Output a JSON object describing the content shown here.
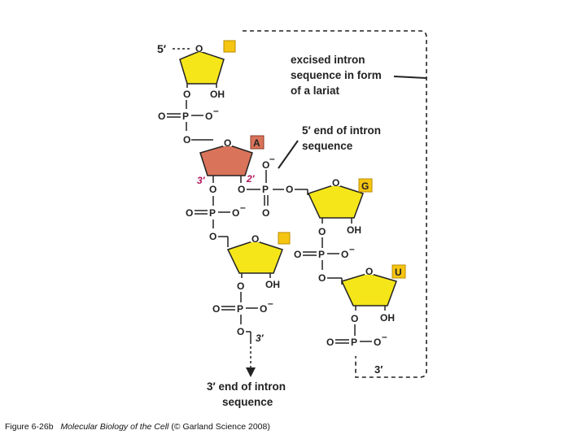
{
  "caption": {
    "figure": "Figure 6-26b",
    "book": "Molecular Biology of the Cell",
    "credit": "(© Garland Science 2008)"
  },
  "labels": {
    "lariat": [
      "excised intron",
      "sequence in form",
      "of a lariat"
    ],
    "five_end": [
      "5′ end of intron",
      "sequence"
    ],
    "three_end": [
      "3′ end of intron",
      "sequence"
    ],
    "five_prime": "5′",
    "three_prime": "3′"
  },
  "chem": {
    "O": "O",
    "OH": "OH",
    "P": "P",
    "minus": "–",
    "prime3": "3′",
    "prime2": "2′"
  },
  "bases": {
    "A": "A",
    "G": "G",
    "U": "U"
  },
  "colors": {
    "sugar_fill": "#f5e61a",
    "branch_sugar_fill": "#d9735a",
    "base_yellow": "#f6c512",
    "base_adenine": "#d9735a",
    "magenta": "#b1175c",
    "ink": "#222222"
  }
}
